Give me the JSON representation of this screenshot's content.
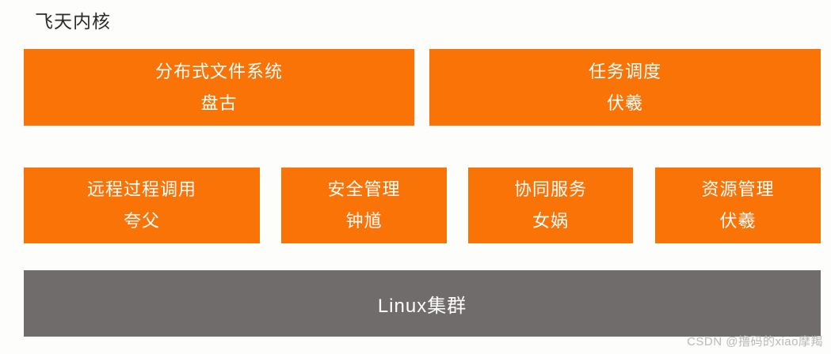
{
  "diagram": {
    "title": "飞天内核",
    "colors": {
      "accent_orange": "#f97306",
      "base_gray": "#706c6c",
      "background": "#fdfdfb",
      "text_on_color": "#ffffff",
      "title_text": "#2b2b2b"
    },
    "top_row": [
      {
        "function": "分布式文件系统",
        "codename": "盘古"
      },
      {
        "function": "任务调度",
        "codename": "伏羲"
      }
    ],
    "middle_row": [
      {
        "function": "远程过程调用",
        "codename": "夸父"
      },
      {
        "function": "安全管理",
        "codename": "钟馗"
      },
      {
        "function": "协同服务",
        "codename": "女娲"
      },
      {
        "function": "资源管理",
        "codename": "伏羲"
      }
    ],
    "base": {
      "label": "Linux集群"
    },
    "watermark": "CSDN @撸码的xiao摩羯"
  }
}
